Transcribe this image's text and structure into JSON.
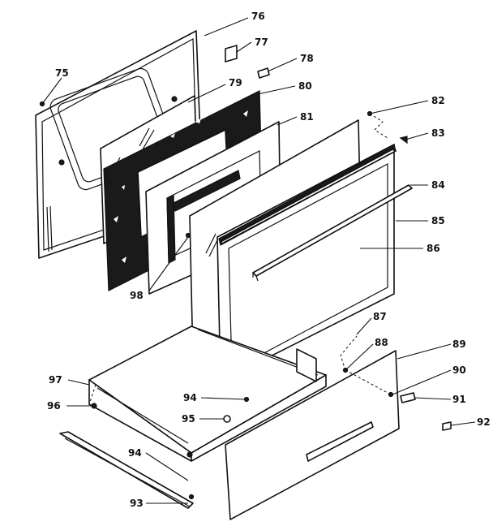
{
  "callouts": {
    "c75": "75",
    "c76": "76",
    "c77": "77",
    "c78": "78",
    "c79": "79",
    "c80": "80",
    "c81": "81",
    "c82": "82",
    "c83": "83",
    "c84": "84",
    "c85": "85",
    "c86": "86",
    "c87": "87",
    "c88": "88",
    "c89": "89",
    "c90": "90",
    "c91": "91",
    "c92": "92",
    "c93": "93",
    "c94a": "94",
    "c94b": "94",
    "c95": "95",
    "c96": "96",
    "c97": "97",
    "c98": "98"
  }
}
